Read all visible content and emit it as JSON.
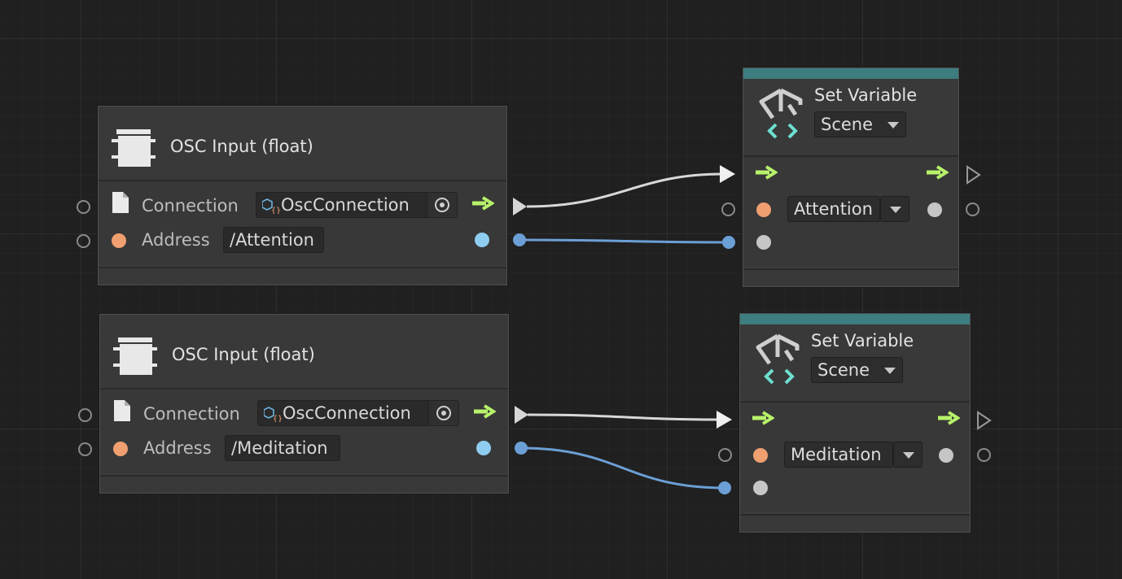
{
  "theme": {
    "canvas_bg": "#202020",
    "node_bg": "#3c3c3c",
    "flow_arrow": "#b8f26a",
    "float_port": "#8fcdf0",
    "string_port": "#f0a070",
    "object_port": "#c6c6c6",
    "variable_header": "#3d7c7f",
    "flow_wire": "#d8d8d8",
    "data_wire": "#6c9fd6"
  },
  "osc_nodes": [
    {
      "title": "OSC Input (float)",
      "connection_label": "Connection",
      "connection_value": "OscConnection",
      "address_label": "Address",
      "address_value": "/Attention",
      "icon": "script-icon"
    },
    {
      "title": "OSC Input (float)",
      "connection_label": "Connection",
      "connection_value": "OscConnection",
      "address_label": "Address",
      "address_value": "/Meditation",
      "icon": "script-icon"
    }
  ],
  "set_nodes": [
    {
      "title": "Set Variable",
      "kind": "Scene",
      "variable": "Attention",
      "icon": "unity-variable-icon"
    },
    {
      "title": "Set Variable",
      "kind": "Scene",
      "variable": "Meditation",
      "icon": "unity-variable-icon"
    }
  ]
}
